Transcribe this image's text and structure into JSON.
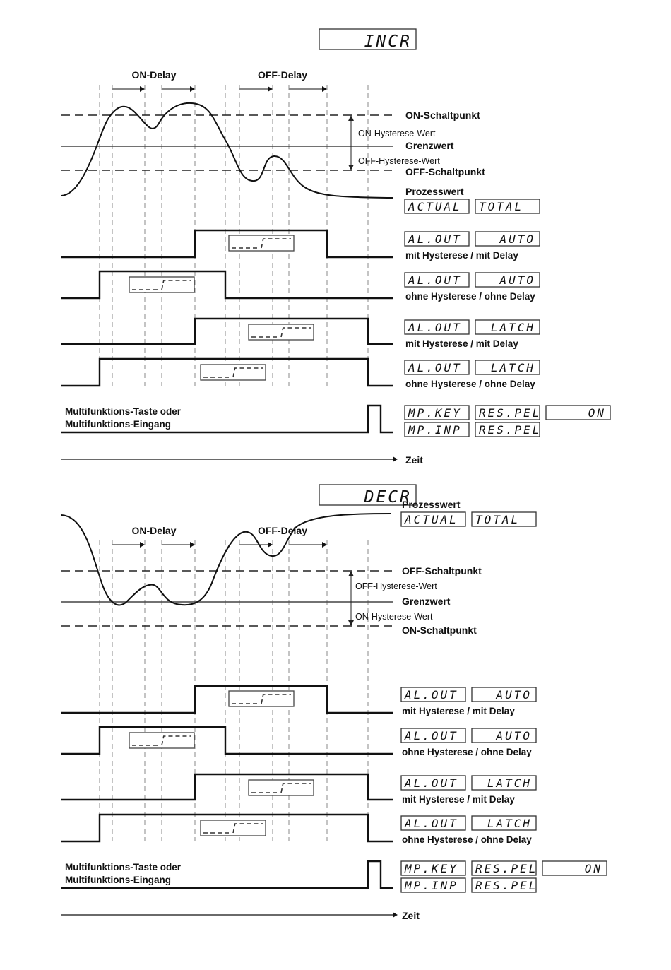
{
  "panels": [
    {
      "mode": "INCR",
      "on_delay": "ON-Delay",
      "off_delay": "OFF-Delay",
      "labels": {
        "upper_point": "ON-Schaltpunkt",
        "upper_hyst": "ON-Hysterese-Wert",
        "limit": "Grenzwert",
        "lower_hyst": "OFF-Hysterese-Wert",
        "lower_point": "OFF-Schaltpunkt",
        "process": "Prozesswert"
      },
      "actual_display": [
        "ACTUAL",
        "TOTAL"
      ],
      "alarm_rows": [
        {
          "display": [
            "AL.OUT",
            "AUTO"
          ],
          "caption": "mit Hysterese / mit Delay"
        },
        {
          "display": [
            "AL.OUT",
            "AUTO"
          ],
          "caption": "ohne Hysterese / ohne Delay"
        },
        {
          "display": [
            "AL.OUT",
            "LATCH"
          ],
          "caption": "mit Hysterese / mit Delay"
        },
        {
          "display": [
            "AL.OUT",
            "LATCH"
          ],
          "caption": "ohne Hysterese / ohne Delay"
        }
      ],
      "multi_label": [
        "Multifunktions-Taste oder",
        "Multifunktions-Eingang"
      ],
      "multi_display": [
        [
          "MP.KEY",
          "RES.PEL",
          "ON"
        ],
        [
          "MP.INP",
          "RES.PEL"
        ]
      ],
      "time_label": "Zeit"
    },
    {
      "mode": "DECR",
      "on_delay": "ON-Delay",
      "off_delay": "OFF-Delay",
      "labels": {
        "process": "Prozesswert",
        "upper_point": "OFF-Schaltpunkt",
        "upper_hyst": "OFF-Hysterese-Wert",
        "limit": "Grenzwert",
        "lower_hyst": "ON-Hysterese-Wert",
        "lower_point": "ON-Schaltpunkt"
      },
      "actual_display": [
        "ACTUAL",
        "TOTAL"
      ],
      "alarm_rows": [
        {
          "display": [
            "AL.OUT",
            "AUTO"
          ],
          "caption": "mit Hysterese / mit Delay"
        },
        {
          "display": [
            "AL.OUT",
            "AUTO"
          ],
          "caption": "ohne Hysterese / ohne Delay"
        },
        {
          "display": [
            "AL.OUT",
            "LATCH"
          ],
          "caption": "mit Hysterese / mit Delay"
        },
        {
          "display": [
            "AL.OUT",
            "LATCH"
          ],
          "caption": "ohne Hysterese / ohne Delay"
        }
      ],
      "multi_label": [
        "Multifunktions-Taste oder",
        "Multifunktions-Eingang"
      ],
      "multi_display": [
        [
          "MP.KEY",
          "RES.PEL",
          "ON"
        ],
        [
          "MP.INP",
          "RES.PEL"
        ]
      ],
      "time_label": "Zeit"
    }
  ]
}
